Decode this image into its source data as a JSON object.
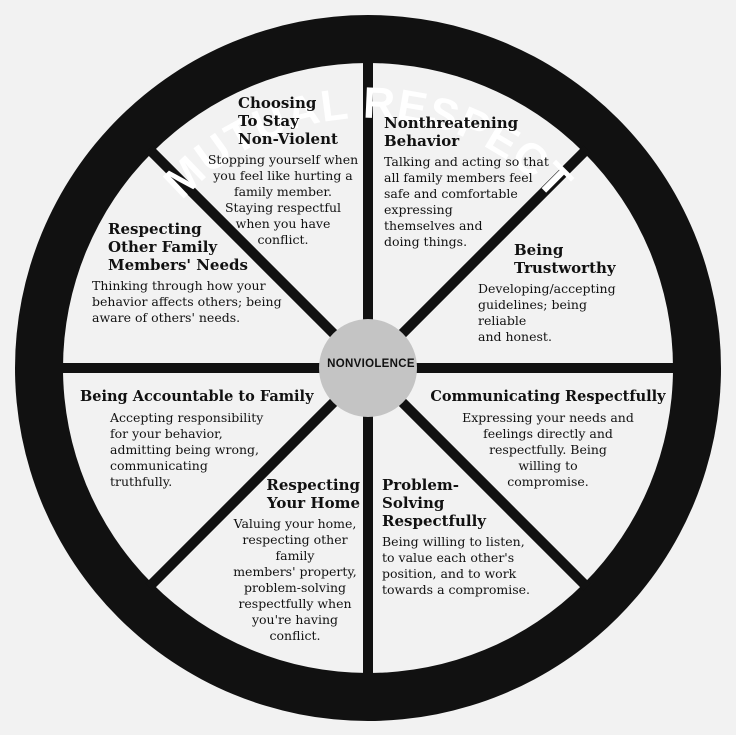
{
  "title": "MUTUAL RESPECT",
  "hub": "NONVIOLENCE",
  "colors": {
    "ring": "#111111",
    "panel": "#f2f2f2",
    "hub": "#c4c4c4"
  },
  "sections": [
    {
      "id": "choosing",
      "title": "Choosing\nTo Stay\nNon-Violent",
      "body": "Stopping yourself when\nyou feel like hurting a\nfamily member.\nStaying respectful\nwhen you have\nconflict."
    },
    {
      "id": "nonthreatening",
      "title": "Nonthreatening\nBehavior",
      "body": "Talking and acting so that\nall family members feel\nsafe and comfortable\nexpressing\nthemselves and\ndoing things."
    },
    {
      "id": "trustworthy",
      "title": "Being\nTrustworthy",
      "body": "Developing/accepting\nguidelines; being reliable\nand honest."
    },
    {
      "id": "communicating",
      "title": "Communicating Respectfully",
      "body": "Expressing your needs and\nfeelings directly and\nrespectfully.  Being\nwilling to\ncompromise."
    },
    {
      "id": "problem",
      "title": "Problem-\nSolving\nRespectfully",
      "body": "Being willing to listen,\nto value each other's\nposition, and to work\ntowards a compromise."
    },
    {
      "id": "home",
      "title": "Respecting\nYour Home",
      "body": "Valuing your home,\nrespecting other family\nmembers' property,\nproblem-solving\nrespectfully when\nyou're having\nconflict."
    },
    {
      "id": "accountable",
      "title": "Being Accountable to Family",
      "body": "Accepting responsibility\nfor your behavior,\nadmitting being wrong,\ncommunicating\ntruthfully."
    },
    {
      "id": "needs",
      "title": "Respecting\nOther Family\nMembers' Needs",
      "body": "Thinking through how your\nbehavior affects others; being\naware of others' needs."
    }
  ]
}
